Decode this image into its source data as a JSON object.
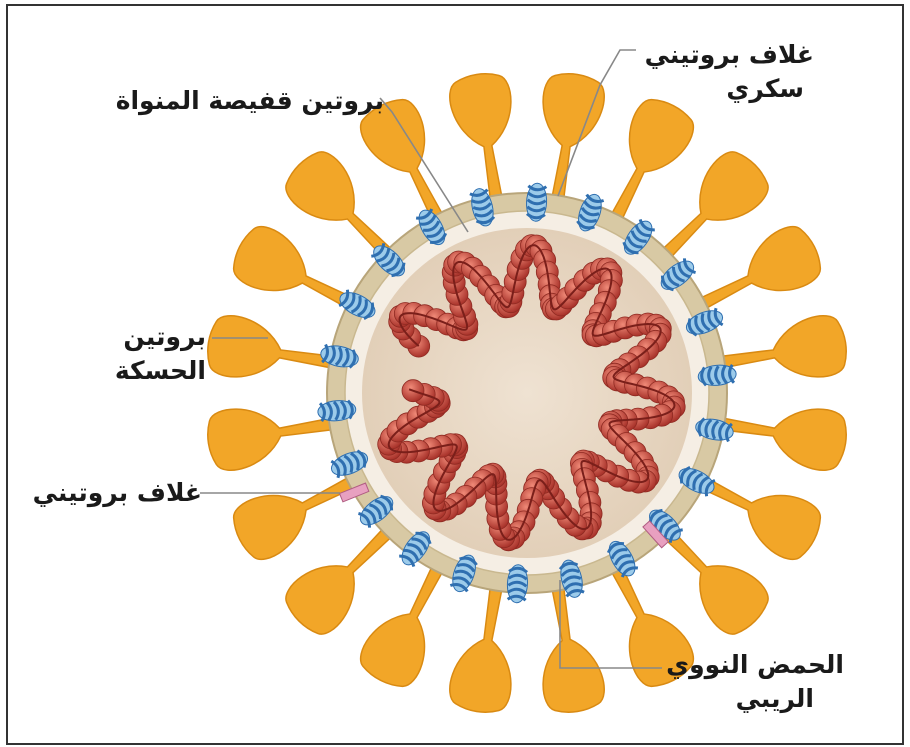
{
  "labels": {
    "glycoprotein_envelope_line1": "غلاف بروتيني",
    "glycoprotein_envelope_line2": "سكري",
    "nucleocapsid_protein": "بروتين قفيصة المنواة",
    "spike_protein_line1": "بروتين",
    "spike_protein_line2": "الحسكة",
    "envelope_protein": "غلاف بروتيني",
    "rna_line1": "الحمض النووي",
    "rna_line2": "الريبي"
  },
  "colors": {
    "spike": "#f2a628",
    "spike_dark": "#d98a12",
    "membrane": "#d8c9a4",
    "membrane_inner": "#f3ece0",
    "core": "#ead9c5",
    "rna_red": "#c84a3e",
    "rna_dark": "#7a1f1a",
    "glycoprotein": "#2f6fb0",
    "glycoprotein_light": "#9ccbea",
    "envelope_protein": "#e8a0c0"
  }
}
